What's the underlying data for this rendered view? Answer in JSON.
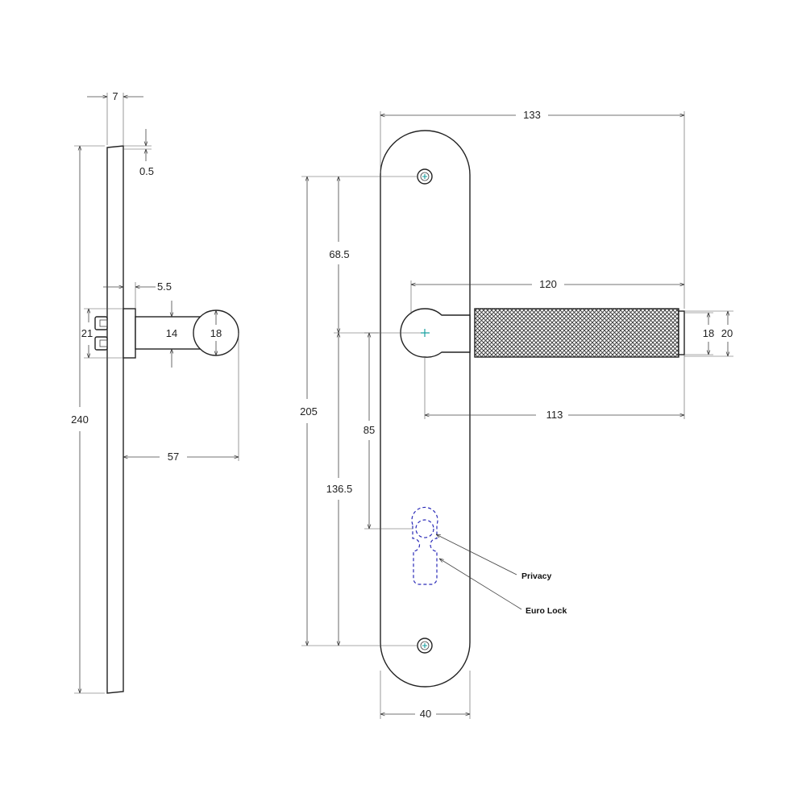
{
  "side_view": {
    "dims": {
      "plate_thickness": "7",
      "top_chamfer": "0.5",
      "total_height": "240",
      "rose_offset": "5.5",
      "rose_height": "21",
      "neck_diameter": "14",
      "handle_diameter": "18",
      "projection": "57"
    }
  },
  "front_view": {
    "dims": {
      "plate_width_total": "133",
      "handle_length": "120",
      "screw_to_spindle": "68.5",
      "screw_centres": "205",
      "spindle_to_cylinder": "85",
      "spindle_to_bottom_screw": "136.5",
      "grip_length": "113",
      "grip_diameter": "18",
      "end_cap_diameter": "20",
      "plate_width": "40"
    },
    "callouts": {
      "privacy": "Privacy",
      "euro_lock": "Euro Lock"
    }
  },
  "colors": {
    "line": "#222222",
    "cylinder_outline": "#2a2ab8",
    "screw_mark": "#1aa0a0"
  }
}
